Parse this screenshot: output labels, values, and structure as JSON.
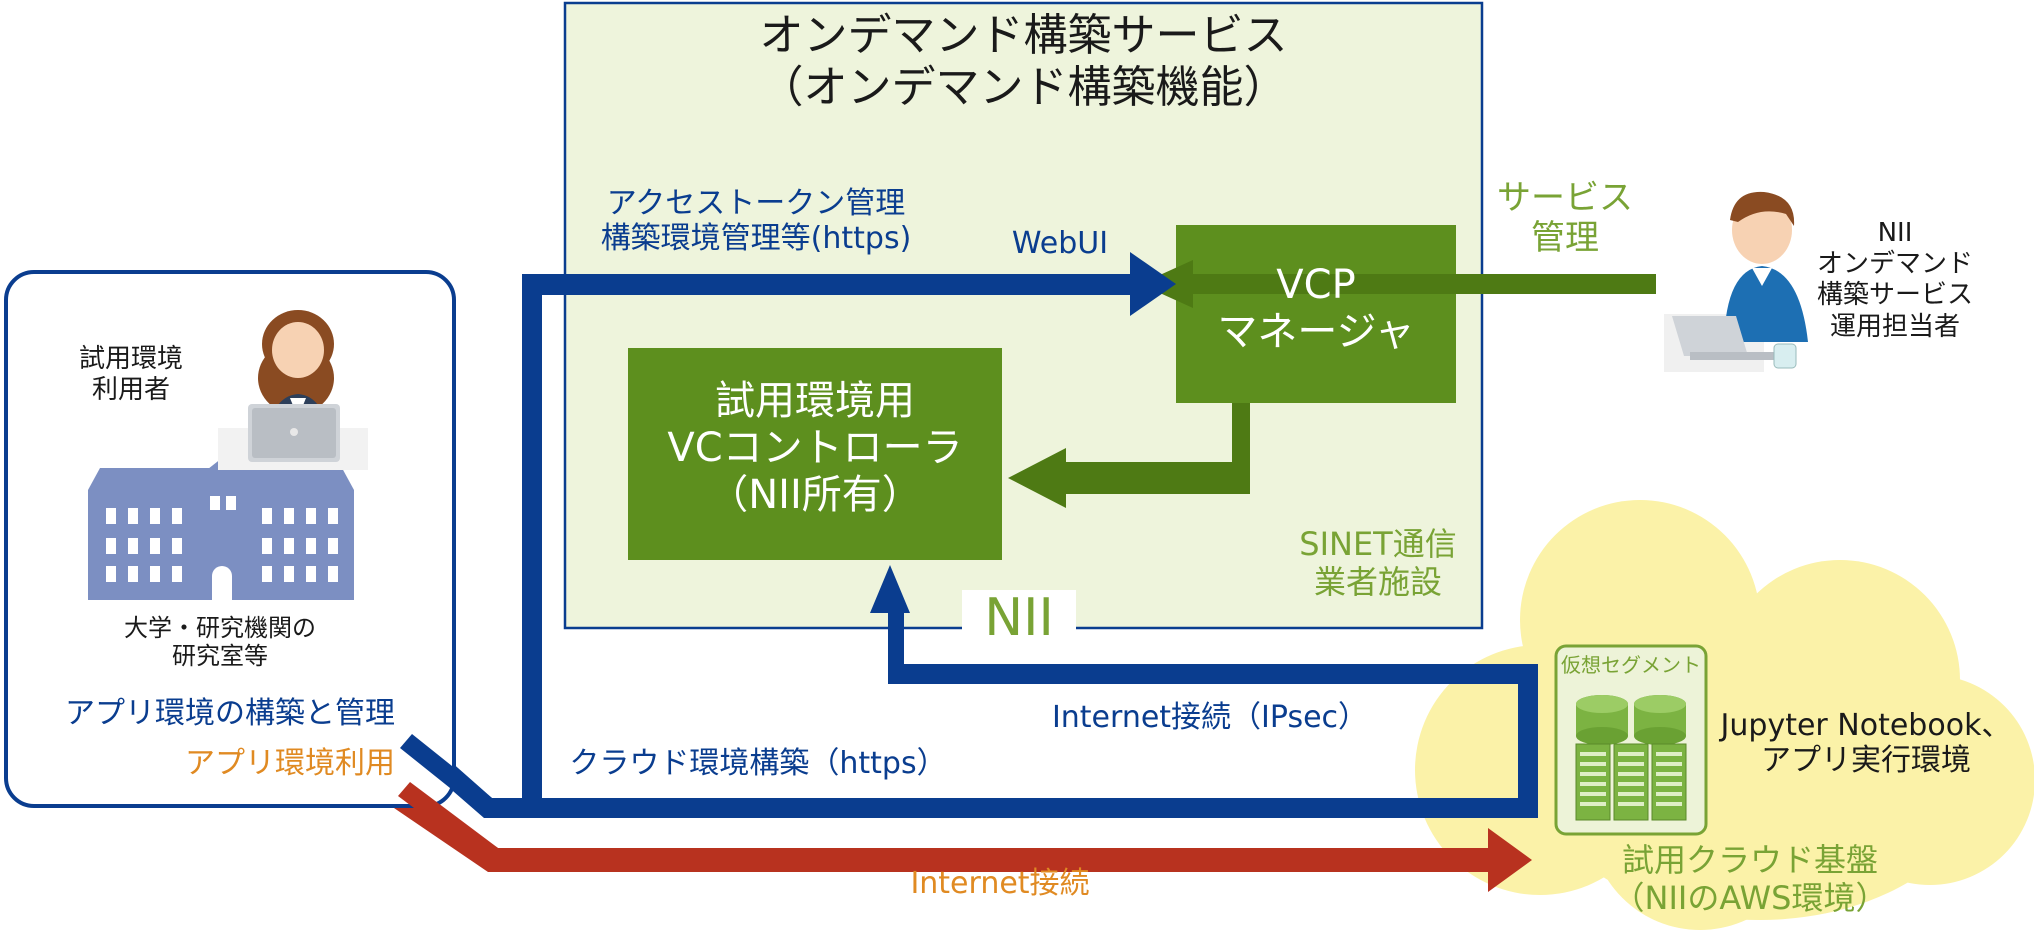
{
  "service_box": {
    "title_line1": "オンデマンド構築サービス",
    "title_line2": "（オンデマンド構築機能）",
    "facility_line1": "SINET通信",
    "facility_line2": "業者施設",
    "nii": "NII"
  },
  "vcp_manager": {
    "line1": "VCP",
    "line2": "マネージャ"
  },
  "vc_controller": {
    "line1": "試用環境用",
    "line2": "VCコントローラ",
    "line3": "（NII所有）"
  },
  "labels": {
    "access_token_line1": "アクセストークン管理",
    "access_token_line2": "構築環境管理等(https)",
    "webui": "WebUI",
    "service_mgmt_line1": "サービス",
    "service_mgmt_line2": "管理",
    "internet_ipsec": "Internet接続（IPsec）",
    "cloud_build": "クラウド環境構築（https）",
    "internet": "Internet接続"
  },
  "operator": {
    "line1": "NII",
    "line2": "オンデマンド",
    "line3": "構築サービス",
    "line4": "運用担当者"
  },
  "user_panel": {
    "user_line1": "試用環境",
    "user_line2": "利用者",
    "org_line1": "大学・研究機関の",
    "org_line2": "研究室等",
    "app_build": "アプリ環境の構築と管理",
    "app_use": "アプリ環境利用"
  },
  "cloud": {
    "segment": "仮想セグメント",
    "jupyter_line1": "Jupyter Notebook、",
    "jupyter_line2": "アプリ実行環境",
    "platform_line1": "試用クラウド基盤",
    "platform_line2": "（NIIのAWS環境）"
  },
  "colors": {
    "service_box_bg": "#eef4dc",
    "service_box_border": "#0a3d8f",
    "green_box": "#5d8f1e",
    "green_arrow": "#4e7a14",
    "blue_arrow": "#0a3d8f",
    "red_arrow": "#b8321f",
    "cloud": "#fbf2a8",
    "building": "#7c8fc2"
  }
}
